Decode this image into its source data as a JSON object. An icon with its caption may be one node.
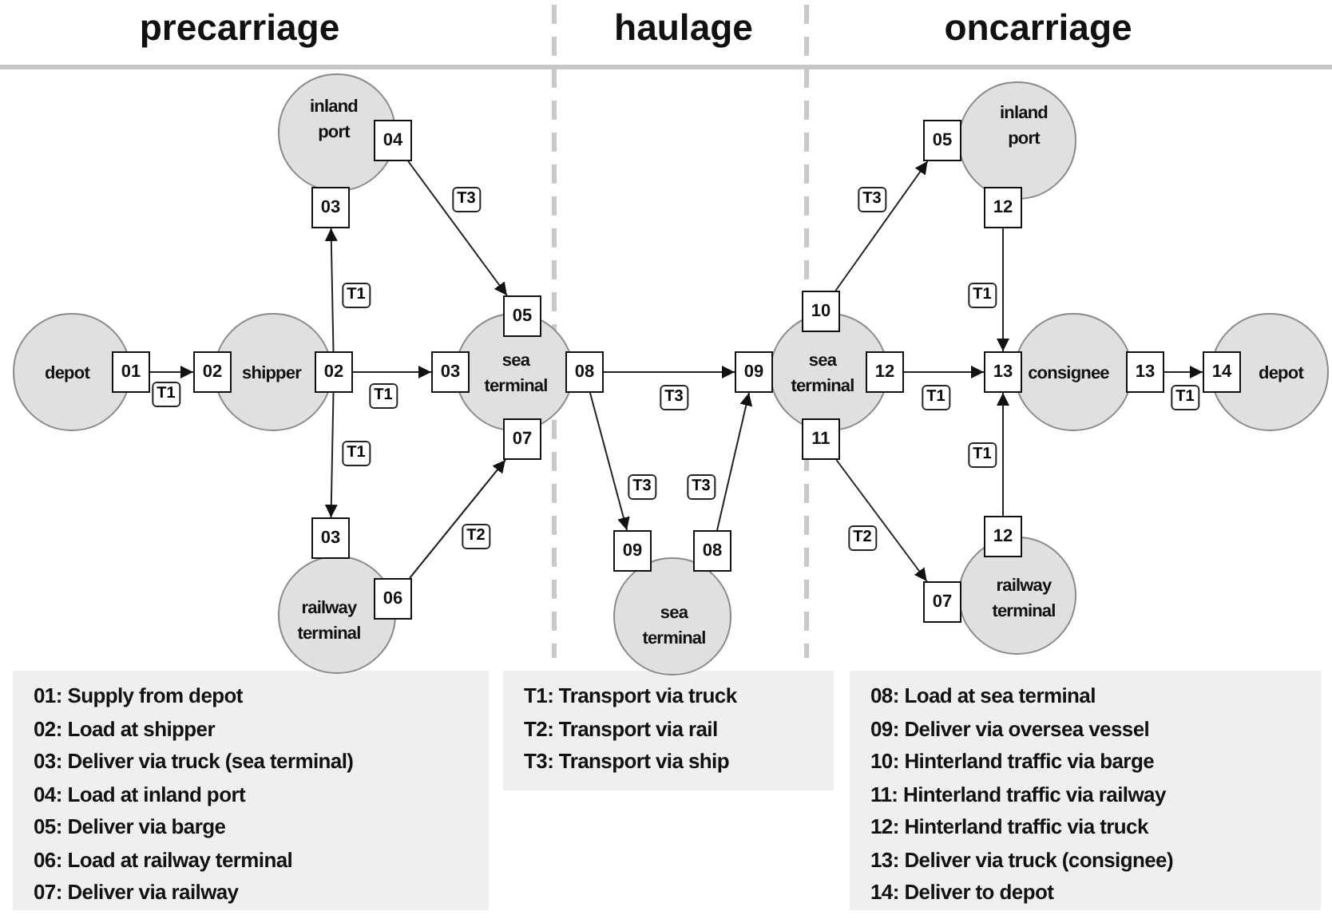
{
  "diagram": {
    "nodes": [
      {
        "text": [
          "depot"
        ]
      },
      {
        "text": [
          "shipper"
        ]
      },
      {
        "text": [
          "inland port"
        ]
      },
      {
        "text": [
          "sea terminal"
        ]
      },
      {
        "text": [
          "railway terminal"
        ]
      },
      {
        "text": [
          "sea terminal"
        ]
      },
      {
        "text": [
          "sea terminal"
        ]
      },
      {
        "text": [
          "inland port"
        ]
      },
      {
        "text": [
          "consignee"
        ]
      },
      {
        "text": [
          "depot"
        ]
      },
      {
        "text": [
          "railway terminal"
        ]
      },
      {
        "text": [
          "01"
        ]
      },
      {
        "text": [
          "02"
        ]
      },
      {
        "text": [
          "02"
        ]
      },
      {
        "text": [
          "03"
        ]
      },
      {
        "text": [
          "04"
        ]
      },
      {
        "text": [
          "05"
        ]
      },
      {
        "text": [
          "03"
        ]
      },
      {
        "text": [
          "07"
        ]
      },
      {
        "text": [
          "03"
        ]
      },
      {
        "text": [
          "06"
        ]
      },
      {
        "text": [
          "08"
        ]
      },
      {
        "text": [
          "09"
        ]
      },
      {
        "text": [
          "08"
        ]
      },
      {
        "text": [
          "09"
        ]
      },
      {
        "text": [
          "10"
        ]
      },
      {
        "text": [
          "12"
        ]
      },
      {
        "text": [
          "11"
        ]
      },
      {
        "text": [
          "05"
        ]
      },
      {
        "text": [
          "12"
        ]
      },
      {
        "text": [
          "13"
        ]
      },
      {
        "text": [
          "13"
        ]
      },
      {
        "text": [
          "14"
        ]
      },
      {
        "text": [
          "12"
        ]
      },
      {
        "text": [
          "07"
        ]
      }
    ],
    "edges": [
      {
        "from": 11,
        "to": 12,
        "arrow": "to",
        "label": "T1"
      },
      {
        "from": 13,
        "to": 14,
        "arrow": "to",
        "label": "T1"
      },
      {
        "from": 13,
        "to": 17,
        "arrow": "to",
        "label": "T1"
      },
      {
        "from": 13,
        "to": 19,
        "arrow": "to",
        "label": "T1"
      },
      {
        "from": 15,
        "to": 16,
        "arrow": "to",
        "label": "T3"
      },
      {
        "from": 20,
        "to": 18,
        "arrow": "to",
        "label": "T2"
      },
      {
        "from": 21,
        "to": 22,
        "arrow": "to",
        "label": "T3"
      },
      {
        "from": 23,
        "to": 24,
        "arrow": "to",
        "label": "T3"
      },
      {
        "from": 21,
        "to": 24,
        "arrow": "to",
        "label": "T3"
      },
      {
        "from": 25,
        "to": 28,
        "arrow": "to",
        "label": "T3"
      },
      {
        "from": 27,
        "to": 34,
        "arrow": "to",
        "label": "T2"
      },
      {
        "from": 26,
        "to": 30,
        "arrow": "to",
        "label": "T1"
      },
      {
        "from": 29,
        "to": 30,
        "arrow": "to",
        "label": "T1"
      },
      {
        "from": 33,
        "to": 30,
        "arrow": "to",
        "label": "T1"
      },
      {
        "from": 31,
        "to": 32,
        "arrow": "to",
        "label": "T1"
      }
    ],
    "labels": [
      "precarriage",
      "haulage",
      "oncarriage",
      "01: Supply from depot",
      "02: Load at shipper",
      "03: Deliver via truck (sea terminal)",
      "04: Load at inland port",
      "05: Deliver via barge",
      "06: Load at railway terminal",
      "07: Deliver via railway",
      "T1: Transport via truck",
      "T2: Transport via rail",
      "T3: Transport via ship",
      "08: Load at sea terminal",
      "09: Deliver via oversea vessel",
      "10: Hinterland traffic via barge",
      "11: Hinterland traffic via railway",
      "12: Hinterland traffic via truck",
      "13: Deliver via truck (consignee)",
      "14: Deliver to depot"
    ]
  }
}
